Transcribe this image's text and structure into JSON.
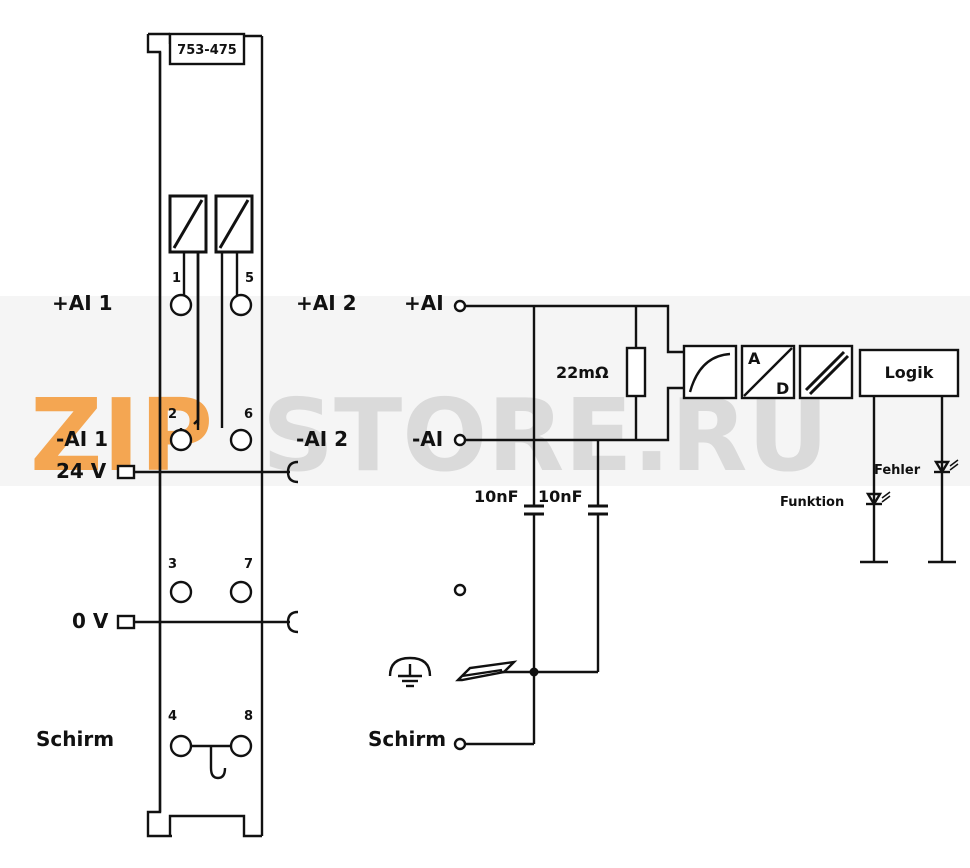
{
  "module": {
    "part_number": "753-475",
    "terminals": [
      "1",
      "5",
      "2",
      "6",
      "3",
      "7",
      "4",
      "8"
    ]
  },
  "left_labels": {
    "ai1_plus": "+AI 1",
    "ai2_plus": "+AI 2",
    "ai1_minus": "-AI 1",
    "ai2_minus": "-AI 2",
    "v24": "24 V",
    "v0": "0 V",
    "schirm": "Schirm"
  },
  "circuit": {
    "ai_plus": "+AI",
    "ai_minus": "-AI",
    "resistor": "22mΩ",
    "cap1": "10nF",
    "cap2": "10nF",
    "ad_a": "A",
    "ad_d": "D",
    "logic": "Logik",
    "fehler": "Fehler",
    "funktion": "Funktion",
    "schirm": "Schirm"
  },
  "watermark": {
    "text_orange": "ZIP",
    "text_gray": "STORE.RU",
    "color_orange": "#f4a24a",
    "color_gray": "#d9d9d9"
  }
}
